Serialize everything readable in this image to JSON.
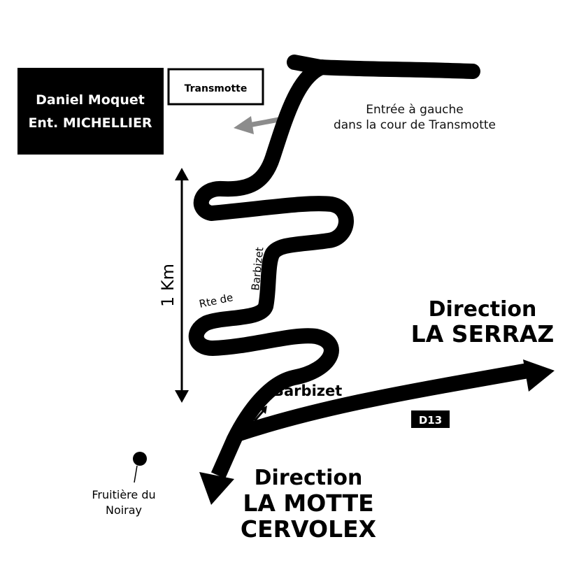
{
  "company": {
    "name": "Daniel Moquet",
    "subtitle": "Ent. MICHELLIER"
  },
  "transmotte_label": "Transmotte",
  "entrance_note": {
    "line1": "Entrée à gauche",
    "line2": "dans la cour de Transmotte"
  },
  "scale_label": "1 Km",
  "road_label": {
    "part1": "Rte de",
    "part2": "Barbizet"
  },
  "place_barbizet": "Barbizet",
  "road_number": "D13",
  "direction_serraz": {
    "line1": "Direction",
    "line2": "LA SERRAZ"
  },
  "direction_motte": {
    "line1": "Direction",
    "line2": "LA MOTTE",
    "line3": "CERVOLEX"
  },
  "fruitiere": {
    "line1": "Fruitière du",
    "line2": "Noiray"
  },
  "colors": {
    "road": "#000000",
    "entrance_arrow": "#8c8c8c",
    "company_box_bg": "#000000",
    "company_box_text": "#ffffff",
    "background": "#ffffff"
  },
  "icons": {
    "entrance_arrow": "arrow-left-icon",
    "barbizet_arrow": "arrow-up-right-icon",
    "scale_bar": "double-arrow-vertical-icon",
    "fruitiere_marker": "map-pin-icon"
  }
}
